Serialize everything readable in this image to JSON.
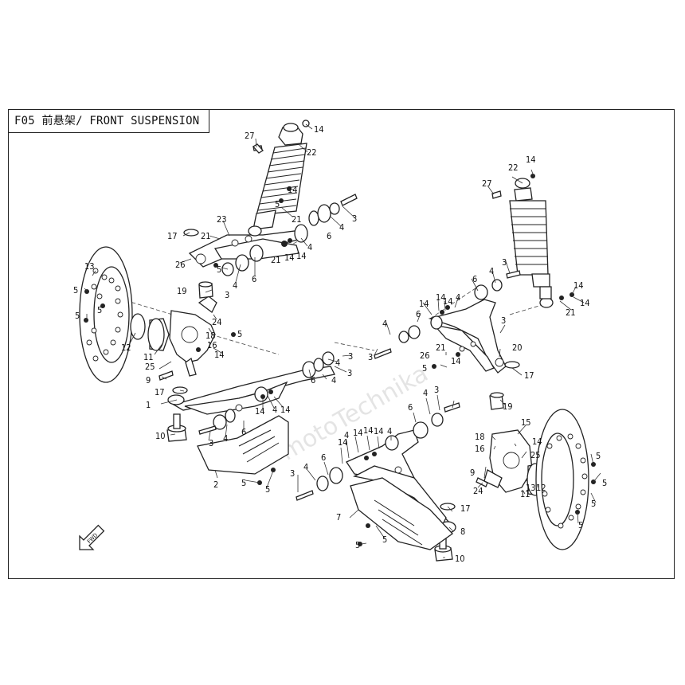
{
  "title": "F05 前悬架/ FRONT SUSPENSION",
  "watermark": "motoTechnika",
  "fwd_label": "FWD",
  "callouts": {
    "c1": "1",
    "c2": "2",
    "c3": "3",
    "c4": "4",
    "c5": "5",
    "c6": "6",
    "c7": "7",
    "c8": "8",
    "c9": "9",
    "c10": "10",
    "c11": "11",
    "c12": "12",
    "c13": "13",
    "c14": "14",
    "c15": "15",
    "c16": "16",
    "c17": "17",
    "c18": "18",
    "c19": "19",
    "c20": "20",
    "c21": "21",
    "c22": "22",
    "c23": "23",
    "c24": "24",
    "c25": "25",
    "c26": "26",
    "c27": "27"
  }
}
